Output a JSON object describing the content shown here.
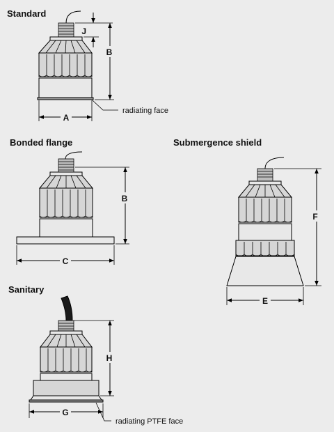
{
  "sections": {
    "standard": {
      "title": "Standard",
      "note": "radiating face",
      "dims": [
        "J",
        "B",
        "A"
      ]
    },
    "bonded": {
      "title": "Bonded flange",
      "dims": [
        "B",
        "C"
      ]
    },
    "submergence": {
      "title": "Submergence shield",
      "dims": [
        "F",
        "E"
      ]
    },
    "sanitary": {
      "title": "Sanitary",
      "note": "radiating PTFE face",
      "dims": [
        "H",
        "G"
      ]
    }
  },
  "colors": {
    "background": "#ececec",
    "body": "#d6d6d6",
    "outline": "#000000"
  }
}
